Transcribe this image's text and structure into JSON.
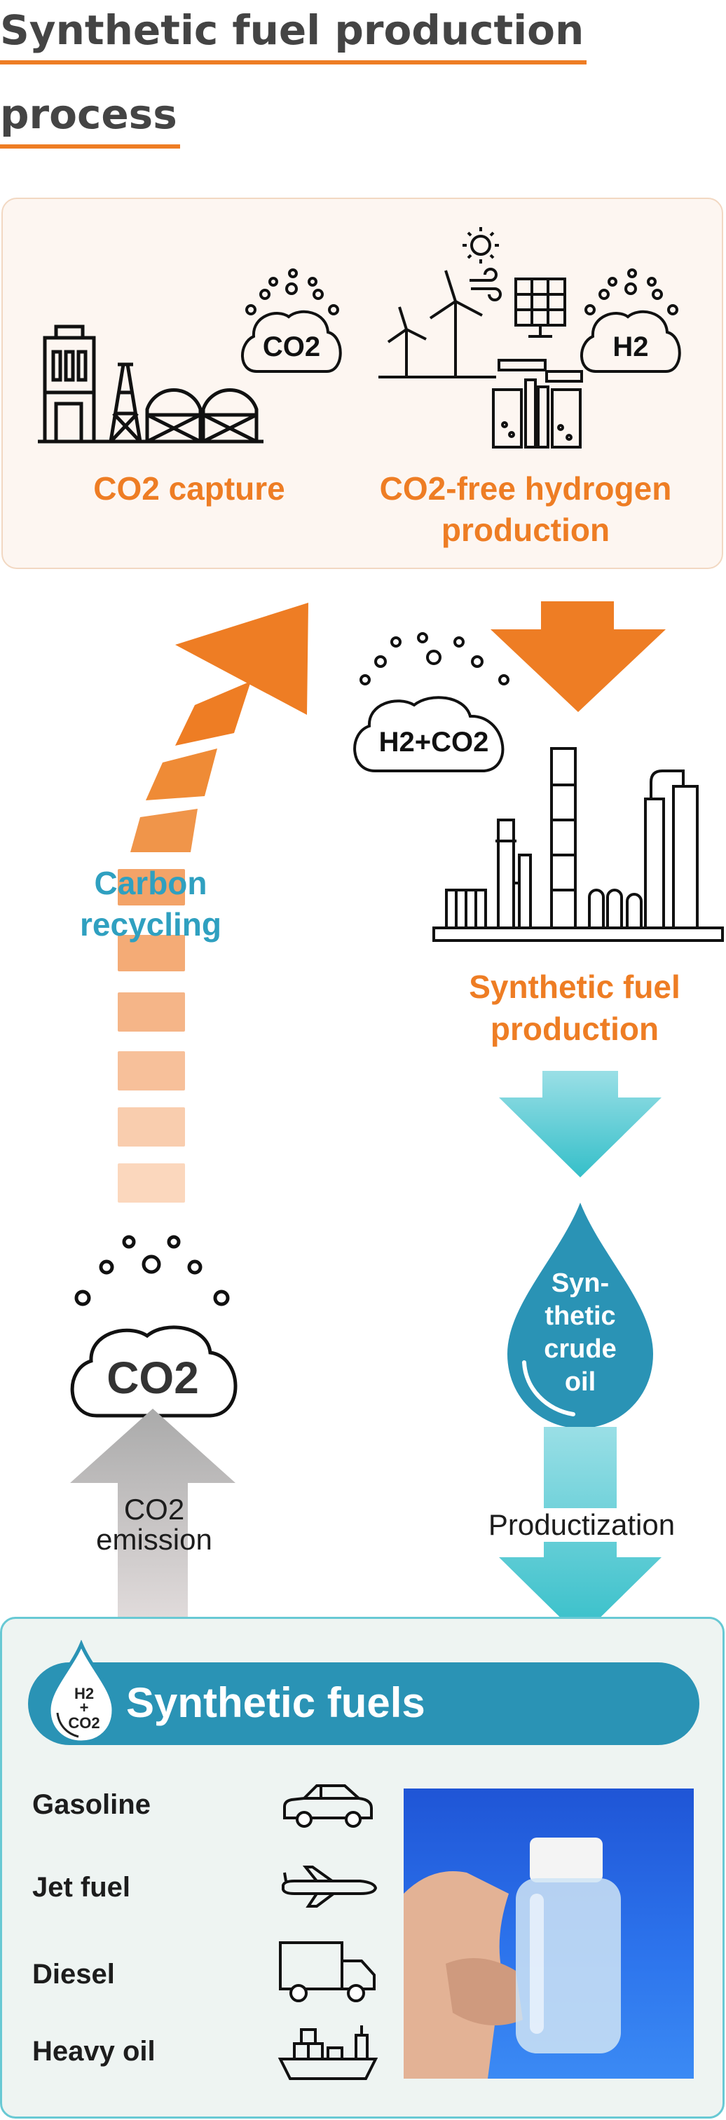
{
  "title": {
    "line1": "Synthetic fuel production",
    "line2": "process"
  },
  "top_section": {
    "co2_capture_label": "CO2 capture",
    "hydrogen_label_line1": "CO2-free hydrogen",
    "hydrogen_label_line2": "production",
    "co2_bubble": "CO2",
    "h2_bubble": "H2"
  },
  "middle": {
    "carbon_recycling_line1": "Carbon",
    "carbon_recycling_line2": "recycling",
    "mix_bubble": "H2+CO2",
    "synthetic_fuel_production_line1": "Synthetic fuel",
    "synthetic_fuel_production_line2": "production",
    "crude_oil_drop": [
      "Syn-",
      "thetic",
      "crude",
      "oil"
    ],
    "productization_label": "Productization",
    "co2_emission_bubble": "CO2",
    "co2_emission_line1": "CO2",
    "co2_emission_line2": "emission"
  },
  "bottom_section": {
    "banner_title": "Synthetic fuels",
    "banner_icon_text": [
      "H2",
      "+",
      "CO2"
    ],
    "fuels": [
      {
        "label": "Gasoline",
        "icon": "car-icon"
      },
      {
        "label": "Jet fuel",
        "icon": "airplane-icon"
      },
      {
        "label": "Diesel",
        "icon": "truck-icon"
      },
      {
        "label": "Heavy oil",
        "icon": "ship-icon"
      }
    ],
    "photo": "hand-holding-fuel-bottle"
  },
  "colors": {
    "orange": "#ee7d24",
    "teal": "#2fa0c0",
    "banner_blue": "#2a93b5",
    "title_gray": "#444444",
    "arrow_gray": "#b9b9b9"
  }
}
